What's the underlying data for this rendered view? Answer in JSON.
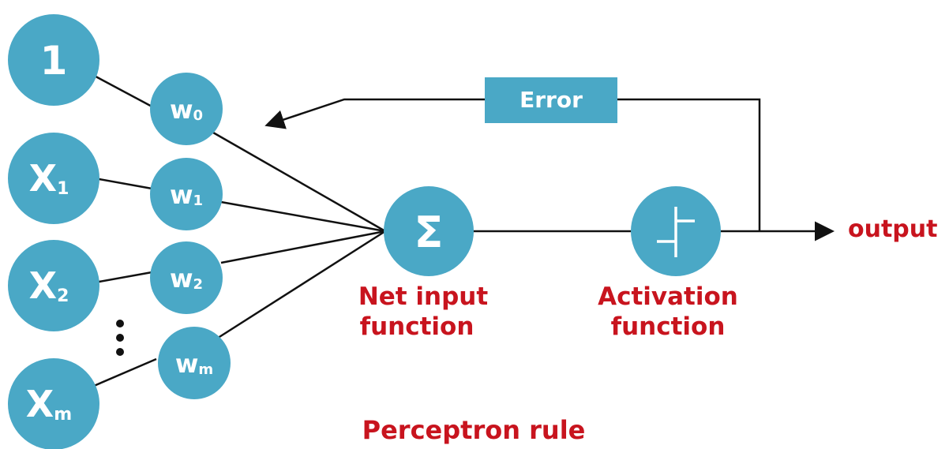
{
  "colors": {
    "node_fill": "#4aa8c6",
    "line": "#111111",
    "label_red": "#c8141e",
    "node_text": "#ffffff"
  },
  "inputs": [
    {
      "main": "1",
      "sub": ""
    },
    {
      "main": "X",
      "sub": "1"
    },
    {
      "main": "X",
      "sub": "2"
    },
    {
      "main": "X",
      "sub": "m"
    }
  ],
  "weights": [
    {
      "main": "w",
      "sub": "0"
    },
    {
      "main": "w",
      "sub": "1"
    },
    {
      "main": "w",
      "sub": "2"
    },
    {
      "main": "w",
      "sub": "m"
    }
  ],
  "ellipsis_icon": "vertical-ellipsis",
  "sum_node": {
    "symbol": "Σ",
    "icon": "sigma-icon"
  },
  "activation_node": {
    "icon": "step-function-icon"
  },
  "error_box": {
    "label": "Error"
  },
  "labels": {
    "net_input_line1": "Net input",
    "net_input_line2": "function",
    "activation_line1": "Activation",
    "activation_line2": "function",
    "output": "output",
    "title": "Perceptron rule"
  }
}
